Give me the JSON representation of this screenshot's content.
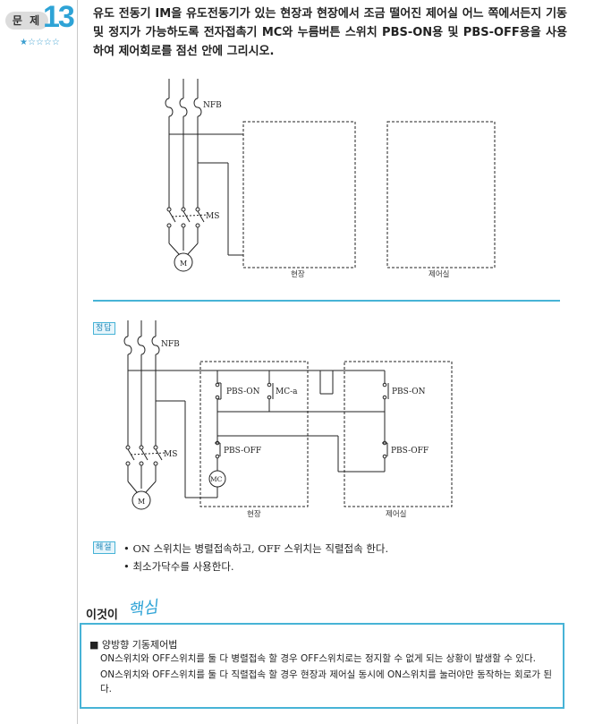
{
  "problem": {
    "label": "문 제",
    "number": "13",
    "difficulty": "★☆☆☆☆",
    "text": "유도 전동기 IM을 유도전동기가 있는 현장과 현장에서 조금 떨어진 제어실 어느 쪽에서든지 기동 및 정지가 가능하도록 전자접촉기 MC와 누름버튼 스위치 PBS-ON용 및 PBS-OFF용을 사용하여 제어회로를 점선 안에 그리시오."
  },
  "diagram_labels": {
    "nfb": "NFB",
    "ms": "MS",
    "motor": "M",
    "site": "현장",
    "control_room": "제어실",
    "mc": "MC",
    "pbs_on": "PBS-ON",
    "pbs_off": "PBS-OFF",
    "mc_a": "MC-a"
  },
  "answer": {
    "tag": "정답"
  },
  "explanation": {
    "tag": "해설",
    "lines": [
      "• ON 스위치는 병렬접속하고, OFF 스위치는 직렬접속 한다.",
      "• 최소가닥수를 사용한다."
    ]
  },
  "core": {
    "title": "이것이",
    "script": "핵심",
    "heading": "■ 양방향 기동제어법",
    "lines": [
      "ON스위치와 OFF스위치를 둘 다 병렬접속 할 경우 OFF스위치로는 정지할 수 없게 되는 상황이 발생할 수 있다.",
      "ON스위치와 OFF스위치를 둘 다 직렬접속 할 경우 현장과 제어실 동시에 ON스위치를 눌러야만 동작하는 회로가 된다."
    ]
  }
}
